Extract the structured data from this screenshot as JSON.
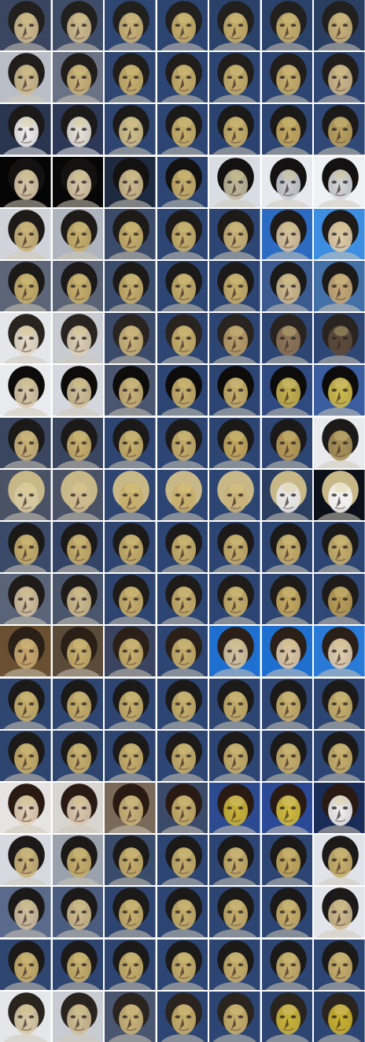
{
  "grid": {
    "rows": 20,
    "cols": 7,
    "content": "face-image-grid"
  },
  "colors": {
    "background": "#ffffff",
    "hair_dark": "#1f1b1a",
    "skin_light": "#d6c39c",
    "skin_yellow": "#c8b24a",
    "bg_blue": "#2c4a7a",
    "bg_bright_blue": "#1f6fd0",
    "bg_white": "#eef1f4",
    "bg_black": "#050505"
  },
  "rows": [
    {
      "bg": [
        "#3a4560",
        "#3f4d68",
        "#2d4672",
        "#2b4470",
        "#2a416a",
        "#2a416a",
        "#2a3e60"
      ],
      "hair": "#22201e",
      "face": [
        "#cdb98f",
        "#cdb98f",
        "#c9b27a",
        "#c6ae6c",
        "#c6ae6c",
        "#c6ae6c",
        "#c7b07a"
      ],
      "variant": "normal"
    },
    {
      "bg": [
        "#b9bec6",
        "#6a7285",
        "#2f4772",
        "#2c4572",
        "#2c4572",
        "#2c4572",
        "#2e4674"
      ],
      "hair": "#201d1b",
      "face": [
        "#cdb98f",
        "#c9b27a",
        "#c6ae6c",
        "#c6ae6c",
        "#c6ae6c",
        "#c6ae6c",
        "#cbb68a"
      ],
      "variant": "normal"
    },
    {
      "bg": [
        "#2a3550",
        "#2c3856",
        "#2d4570",
        "#2c4572",
        "#2b4370",
        "#2c4572",
        "#2f4876"
      ],
      "hair": "#1c1a19",
      "face": [
        "#eeeef0",
        "#e6e2da",
        "#cfbf8c",
        "#c7b06c",
        "#c6ae6c",
        "#c3a860",
        "#b8a060"
      ],
      "variant": "whiteface"
    },
    {
      "bg": [
        "#050505",
        "#070707",
        "#1e2a40",
        "#2c4572",
        "#d8dde4",
        "#e6eaef",
        "#eef1f4"
      ],
      "hair": "#141210",
      "face": [
        "#d6c6a8",
        "#d6c6a8",
        "#cdb98f",
        "#c6ae6c",
        "#bfb89c",
        "#c9ccd2",
        "#d4d6da"
      ],
      "variant": "normal"
    },
    {
      "bg": [
        "#d0d4da",
        "#aeb4bd",
        "#3a4a68",
        "#2c4572",
        "#2c4572",
        "#2b6bc2",
        "#3d8de0"
      ],
      "hair": "#1d1a18",
      "face": [
        "#c9b27a",
        "#c6ae6c",
        "#c6ae6c",
        "#c6ae6c",
        "#c9b27a",
        "#d6c2a0",
        "#e0ccaa"
      ],
      "variant": "normal"
    },
    {
      "bg": [
        "#5c6678",
        "#5a6476",
        "#3a4c6c",
        "#2c4572",
        "#2c4572",
        "#3a5a90",
        "#4470a8"
      ],
      "hair": "#1c1a19",
      "face": [
        "#c6ae6c",
        "#c6ae6c",
        "#c6ae6c",
        "#c6ae6c",
        "#c6ae6c",
        "#cdb98f",
        "#c4a878"
      ],
      "variant": "normal"
    },
    {
      "bg": [
        "#e4e6ea",
        "#c8ccd2",
        "#3a4a68",
        "#2c4572",
        "#2c4572",
        "#2c4572",
        "#2e4674"
      ],
      "hair": "#2a2420",
      "face": [
        "#e6dccb",
        "#dccfb5",
        "#c9b27a",
        "#c6ae6c",
        "#b89c6a",
        "#8c7458",
        "#5a4a3c"
      ],
      "variant": "normal"
    },
    {
      "bg": [
        "#e8eaee",
        "#d4d8de",
        "#4a5670",
        "#2c4572",
        "#2c4572",
        "#2f4a80",
        "#3a5ea0"
      ],
      "hair": "#0e0c0b",
      "face": [
        "#d8c8aa",
        "#d0bf98",
        "#c9b27a",
        "#c6ae6c",
        "#c6ae6c",
        "#c3b050",
        "#cdbb4e"
      ],
      "variant": "normal"
    },
    {
      "bg": [
        "#3a4660",
        "#3a4660",
        "#2d4570",
        "#2c4572",
        "#2c4572",
        "#2c4572",
        "#e8eaee"
      ],
      "hair": "#1c1a19",
      "face": [
        "#c9b27a",
        "#c6ae6c",
        "#c6ae6c",
        "#c6ae6c",
        "#c3a860",
        "#b89c58",
        "#a89058"
      ],
      "variant": "normal"
    },
    {
      "bg": [
        "#4a5266",
        "#4a5266",
        "#2d4570",
        "#2c4572",
        "#2c4572",
        "#2a3e60",
        "#0c1018"
      ],
      "hair": "#c8b888",
      "face": [
        "#d6c8a0",
        "#cdb98f",
        "#c6ae6c",
        "#c6ae6c",
        "#c9b27a",
        "#e6e6e8",
        "#f2f2f4"
      ],
      "variant": "normal"
    },
    {
      "bg": [
        "#3a4a68",
        "#334466",
        "#2d4570",
        "#2c4572",
        "#2c4572",
        "#2c4572",
        "#2c4572"
      ],
      "hair": "#1c1a19",
      "face": [
        "#c6ae6c",
        "#c6ae6c",
        "#c6ae6c",
        "#c6ae6c",
        "#c6ae6c",
        "#c6ae6c",
        "#c6ae6c"
      ],
      "variant": "normal"
    },
    {
      "bg": [
        "#5a6478",
        "#4a566c",
        "#2d4570",
        "#2c4572",
        "#2c4572",
        "#2c4572",
        "#2f4876"
      ],
      "hair": "#1e1b19",
      "face": [
        "#d2bfa0",
        "#cdb98f",
        "#c6ae6c",
        "#c6ae6c",
        "#c6ae6c",
        "#c3a860",
        "#b89c58"
      ],
      "variant": "normal"
    },
    {
      "bg": [
        "#6a5030",
        "#5a4a38",
        "#3a4460",
        "#2c4572",
        "#1f6fd0",
        "#1f6fd0",
        "#2a7ad8"
      ],
      "hair": "#2a2018",
      "face": [
        "#c8a870",
        "#c6ae6c",
        "#c6ae6c",
        "#c6ae6c",
        "#d4c4a4",
        "#dcc8a8",
        "#e0ceb0"
      ],
      "variant": "normal"
    },
    {
      "bg": [
        "#2f4670",
        "#2e4572",
        "#2d4570",
        "#2c4572",
        "#2c4572",
        "#2c4572",
        "#2c4572"
      ],
      "hair": "#1c1a19",
      "face": [
        "#c6ae6c",
        "#c6ae6c",
        "#c6ae6c",
        "#c6ae6c",
        "#c6ae6c",
        "#c6ae6c",
        "#c6ae6c"
      ],
      "variant": "normal"
    },
    {
      "bg": [
        "#2e4570",
        "#2e4570",
        "#2d4570",
        "#2c4572",
        "#2c4572",
        "#2c4572",
        "#2c4572"
      ],
      "hair": "#1c1a19",
      "face": [
        "#c6ae6c",
        "#c6ae6c",
        "#c6ae6c",
        "#c6ae6c",
        "#c6ae6c",
        "#c6ae6c",
        "#c6ae6c"
      ],
      "variant": "normal"
    },
    {
      "bg": [
        "#e6e4e2",
        "#d8d4d0",
        "#7a6a5a",
        "#3a4a68",
        "#2c4a90",
        "#2a4a98",
        "#1a2c58"
      ],
      "hair": "#2a1a14",
      "face": [
        "#e4d0b8",
        "#dcc8ae",
        "#c9b27a",
        "#c6ae6c",
        "#c9b43a",
        "#d0bb40",
        "#eeeef0"
      ],
      "variant": "normal"
    },
    {
      "bg": [
        "#d6dae0",
        "#9aa2ae",
        "#3a4c6c",
        "#2c4572",
        "#2c4572",
        "#2c4572",
        "#e0e4ea"
      ],
      "hair": "#1c1a19",
      "face": [
        "#c9b27a",
        "#c6ae6c",
        "#c6ae6c",
        "#c6ae6c",
        "#c6ae6c",
        "#c3a860",
        "#c6ae6c"
      ],
      "variant": "normal"
    },
    {
      "bg": [
        "#5a6a8a",
        "#4a5c80",
        "#2d4570",
        "#2c4572",
        "#2c4572",
        "#2c4572",
        "#e2e6ec"
      ],
      "hair": "#1c1a19",
      "face": [
        "#d0bea0",
        "#cdb98f",
        "#c6ae6c",
        "#c6ae6c",
        "#c6ae6c",
        "#c6ae6c",
        "#cdb98f"
      ],
      "variant": "normal"
    },
    {
      "bg": [
        "#2f4670",
        "#2e4572",
        "#2d4570",
        "#2c4572",
        "#2c4572",
        "#2c4572",
        "#2c4572"
      ],
      "hair": "#1c1a19",
      "face": [
        "#c6ae6c",
        "#c6ae6c",
        "#c6ae6c",
        "#c6ae6c",
        "#c6ae6c",
        "#c6ae6c",
        "#c6ae6c"
      ],
      "variant": "normal"
    },
    {
      "bg": [
        "#e4e6ea",
        "#c8ccd2",
        "#4a5670",
        "#2c4572",
        "#2c4572",
        "#2c4572",
        "#2c4572"
      ],
      "hair": "#2a241f",
      "face": [
        "#d8caa8",
        "#cfbc94",
        "#c9b27a",
        "#c6ae6c",
        "#c6ae6c",
        "#c9b43a",
        "#c8b030"
      ],
      "variant": "normal"
    }
  ]
}
